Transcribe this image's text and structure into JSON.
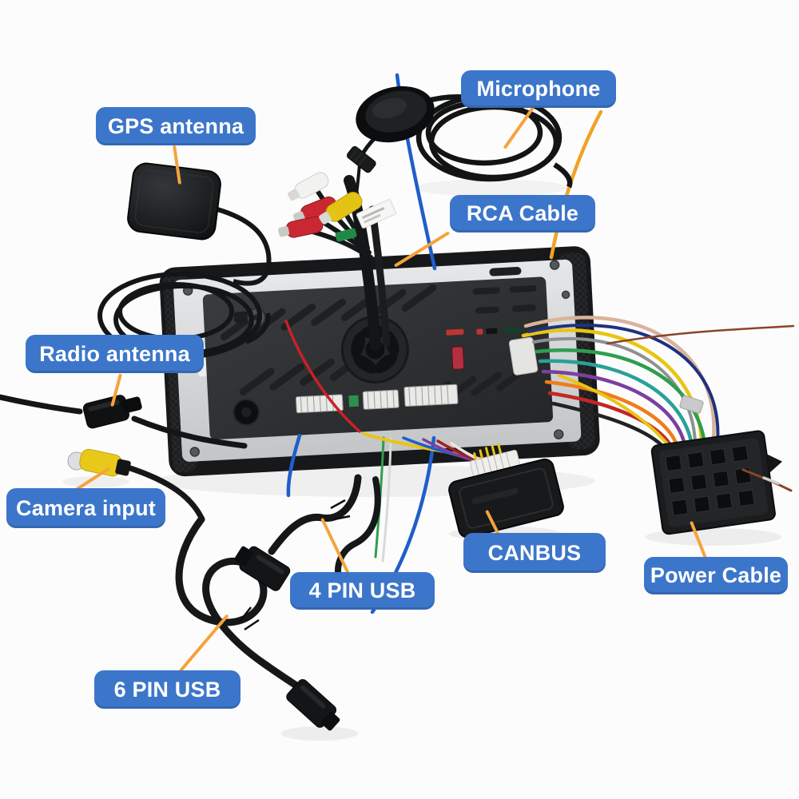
{
  "figure": {
    "type": "annotated-product-photo",
    "subject": "car-stereo-head-unit-rear-panel-with-cable-kit"
  },
  "callouts": [
    {
      "id": "gps-antenna",
      "text": "GPS antenna"
    },
    {
      "id": "microphone",
      "text": "Microphone"
    },
    {
      "id": "rca-cable",
      "text": "RCA Cable"
    },
    {
      "id": "radio-antenna",
      "text": "Radio antenna"
    },
    {
      "id": "camera-input",
      "text": "Camera input"
    },
    {
      "id": "canbus",
      "text": "CANBUS"
    },
    {
      "id": "power-cable",
      "text": "Power Cable"
    },
    {
      "id": "usb-4pin",
      "text": "4 PIN USB"
    },
    {
      "id": "usb-6pin",
      "text": "6 PIN USB"
    }
  ],
  "colors": {
    "label_bg": "#3c76ca",
    "label_text": "#ffffff",
    "pointer_line": "#f5a33c",
    "background": "#fcfcfc",
    "camera_plug": "#e9c81c",
    "rca_plug_colors": [
      "#f2f2f0",
      "#c92833",
      "#c92833",
      "#e3c414"
    ],
    "harness_wire_colors": [
      "#d9b39a",
      "#e8c512",
      "#20317e",
      "#8e9093",
      "#2e9e4f",
      "#2aa198",
      "#7b3fa0",
      "#f07c1a",
      "#c22727",
      "#222222",
      "#8a4527"
    ]
  }
}
